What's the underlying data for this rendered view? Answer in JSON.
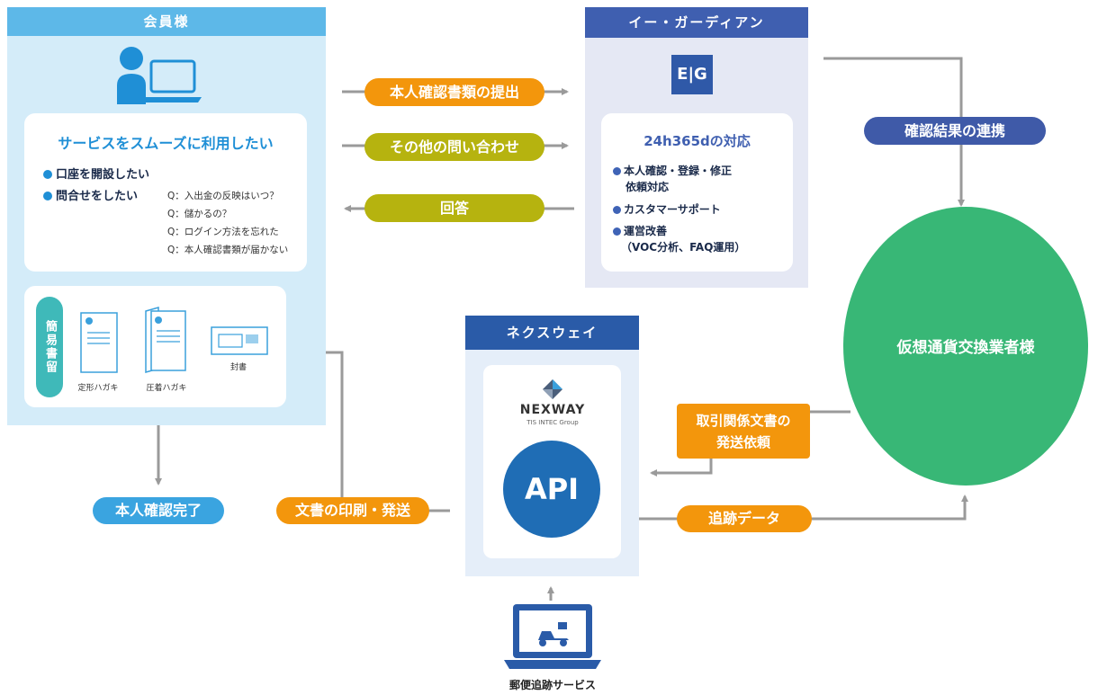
{
  "member": {
    "header": "会員様",
    "bubble_title": "サービスをスムーズに利用したい",
    "items": [
      "口座を開設したい",
      "問合せをしたい"
    ],
    "questions": [
      "Q：入出金の反映はいつ？",
      "Q：儲かるの？",
      "Q：ログイン方法を忘れた",
      "Q：本人確認書類が届かない"
    ],
    "mail_tag": "簡易書留",
    "mail_items": [
      "定形ハガキ",
      "圧着ハガキ",
      "封書"
    ]
  },
  "eguardian": {
    "header": "イー・ガーディアン",
    "logo": "E|G",
    "card_title": "24h365dの対応",
    "items": [
      "本人確認・登録・修正",
      "カスタマーサポート",
      "運営改善"
    ],
    "item_subs": [
      "依頼対応",
      "",
      "（VOC分析、FAQ運用）"
    ]
  },
  "nexway": {
    "header": "ネクスウェイ",
    "logo_name": "NEXWAY",
    "logo_sub": "TIS INTEC Group",
    "api": "API"
  },
  "exchange": {
    "label": "仮想通貨交換業者様"
  },
  "flows": {
    "submit": "本人確認書類の提出",
    "inquiry": "その他の問い合わせ",
    "answer": "回答",
    "result_link": "確認結果の連携",
    "send_request_1": "取引関係文書の",
    "send_request_2": "発送依頼",
    "tracking": "追跡データ",
    "print_send": "文書の印刷・発送",
    "verified": "本人確認完了"
  },
  "postal": {
    "label": "郵便追跡サービス"
  },
  "colors": {
    "member_bg": "#d4ecf9",
    "member_header": "#5db8e8",
    "eg_bg": "#e5e8f4",
    "eg_header": "#3f5fb0",
    "nx_bg": "#e5eef9",
    "nx_header": "#2a5ba8",
    "orange": "#f3960c",
    "olive": "#b6b30f",
    "navy": "#3f5aa8",
    "blue": "#3aa4e0",
    "green": "#38b776",
    "api": "#1f6db5",
    "arrow": "#9a9a9a"
  }
}
